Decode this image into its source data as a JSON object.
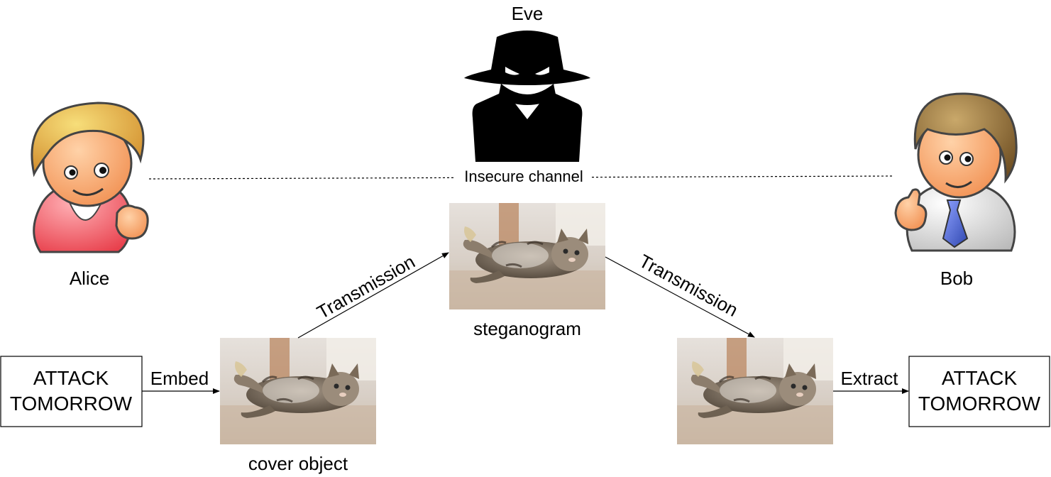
{
  "actors": {
    "eve": "Eve",
    "alice": "Alice",
    "bob": "Bob"
  },
  "channel": {
    "label": "Insecure channel"
  },
  "message_box_left": {
    "line1": "ATTACK",
    "line2": "TOMORROW"
  },
  "message_box_right": {
    "line1": "ATTACK",
    "line2": "TOMORROW"
  },
  "arrows": {
    "embed": "Embed",
    "transmission_left": "Transmission",
    "transmission_right": "Transmission",
    "extract": "Extract"
  },
  "images": {
    "cover_caption": "cover object",
    "stego_caption": "steganogram",
    "depicted": "cat-photo"
  },
  "colors": {
    "alice_shirt": "#f26b73",
    "alice_hair": "#e8b84a",
    "skin": "#f7a86c",
    "bob_shirt": "#d9d9d9",
    "bob_hair": "#8a6a3c",
    "bob_tie": "#4a63c8",
    "eve": "#000000"
  }
}
